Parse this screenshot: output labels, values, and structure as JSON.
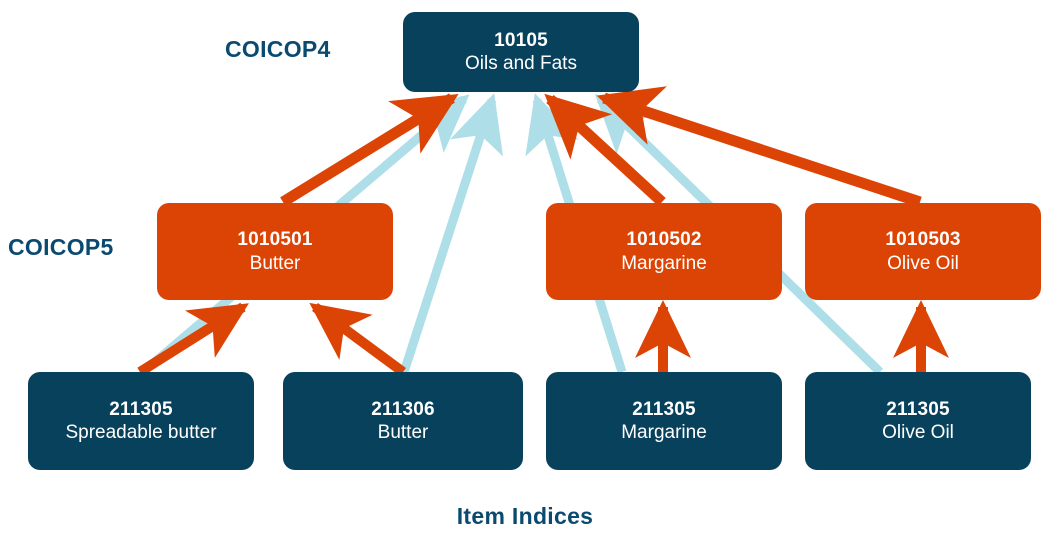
{
  "diagram": {
    "title_levels": {
      "coicop4_label": "COICOP4",
      "coicop5_label": "COICOP5",
      "items_label": "Item Indices"
    },
    "colors": {
      "navy": "#08415c",
      "orange": "#dc4405",
      "light_blue": "#aedfe9",
      "label_blue": "#0b4a70",
      "background": "#ffffff"
    },
    "nodes": {
      "coicop4": [
        {
          "id": "n10105",
          "code": "10105",
          "name": "Oils and Fats",
          "level": "COICOP4",
          "color": "navy"
        }
      ],
      "coicop5": [
        {
          "id": "n1010501",
          "code": "1010501",
          "name": "Butter",
          "level": "COICOP5",
          "color": "orange"
        },
        {
          "id": "n1010502",
          "code": "1010502",
          "name": "Margarine",
          "level": "COICOP5",
          "color": "orange"
        },
        {
          "id": "n1010503",
          "code": "1010503",
          "name": "Olive Oil",
          "level": "COICOP5",
          "color": "orange"
        }
      ],
      "items": [
        {
          "id": "i211305a",
          "code": "211305",
          "name": "Spreadable  butter",
          "level": "Item Indices",
          "color": "navy"
        },
        {
          "id": "i211306",
          "code": "211306",
          "name": "Butter",
          "level": "Item Indices",
          "color": "navy"
        },
        {
          "id": "i211305m",
          "code": "211305",
          "name": "Margarine",
          "level": "Item Indices",
          "color": "navy"
        },
        {
          "id": "i211305o",
          "code": "211305",
          "name": "Olive Oil",
          "level": "Item Indices",
          "color": "navy"
        }
      ]
    },
    "edges": [
      {
        "from": "n1010501",
        "to": "n10105",
        "style": "orange-thick"
      },
      {
        "from": "n1010502",
        "to": "n10105",
        "style": "orange-thick"
      },
      {
        "from": "n1010503",
        "to": "n10105",
        "style": "orange-thick"
      },
      {
        "from": "i211305a",
        "to": "n1010501",
        "style": "orange-thick"
      },
      {
        "from": "i211306",
        "to": "n1010501",
        "style": "orange-thick"
      },
      {
        "from": "i211305m",
        "to": "n1010502",
        "style": "orange-thick"
      },
      {
        "from": "i211305o",
        "to": "n1010503",
        "style": "orange-thick"
      },
      {
        "from": "i211305a",
        "to": "n10105",
        "style": "lightblue-thin"
      },
      {
        "from": "i211306",
        "to": "n10105",
        "style": "lightblue-thin"
      },
      {
        "from": "i211305m",
        "to": "n10105",
        "style": "lightblue-thin"
      },
      {
        "from": "i211305o",
        "to": "n10105",
        "style": "lightblue-thin"
      }
    ]
  }
}
